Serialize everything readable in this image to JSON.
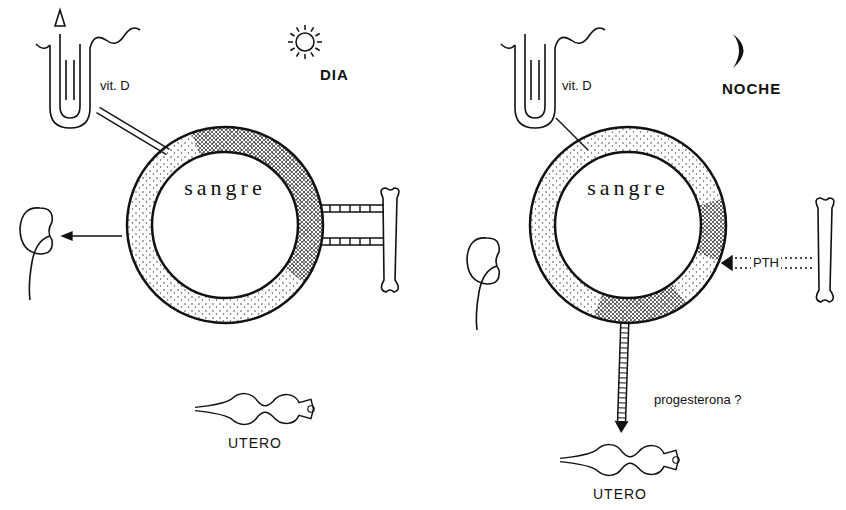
{
  "diagram": {
    "nodes": [
      {
        "text": [
          "sangre"
        ]
      },
      {
        "text": [
          "UTERO"
        ]
      },
      {
        "text": [
          "sangre"
        ]
      },
      {
        "text": [
          "UTERO"
        ]
      }
    ],
    "edges": [
      {
        "from": 2,
        "to": 3,
        "arrow": "to",
        "label": "progesterona ?"
      }
    ],
    "labels": [
      "vit. D",
      "DIA",
      "vit. D",
      "NOCHE",
      "PTH"
    ]
  }
}
